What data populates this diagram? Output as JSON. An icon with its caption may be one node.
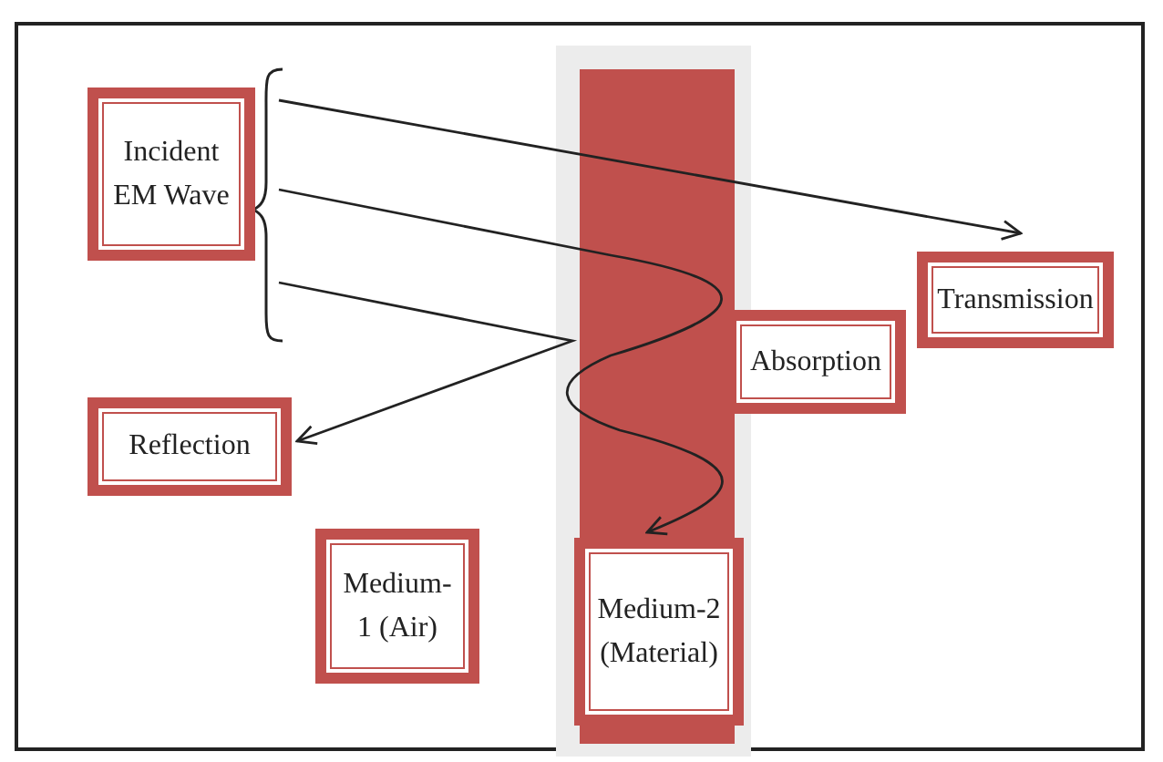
{
  "diagram": {
    "nodes": [
      {
        "text": [
          "Incident EM Wave"
        ]
      },
      {
        "text": [
          "Transmission"
        ]
      },
      {
        "text": [
          "Absorption"
        ]
      },
      {
        "text": [
          "Reflection"
        ]
      },
      {
        "text": [
          "Medium-1 (Air)"
        ]
      },
      {
        "text": [
          "Medium-2 (Material)"
        ]
      }
    ],
    "edges": [
      {
        "from": 0,
        "to": 1,
        "arrow": "to"
      },
      {
        "from": 0,
        "to": 5,
        "arrow": "to"
      },
      {
        "from": 0,
        "to": 3,
        "arrow": "to"
      }
    ]
  }
}
